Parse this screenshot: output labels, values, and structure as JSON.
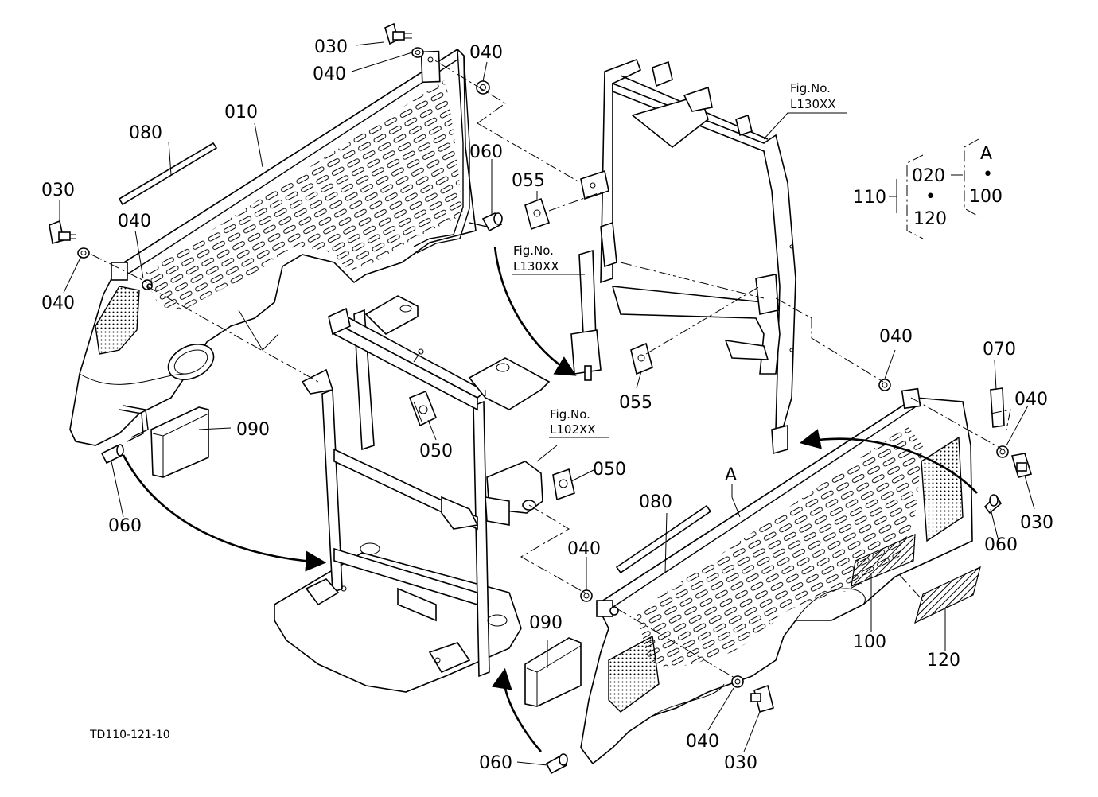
{
  "drawing_code": "TD110-121-10",
  "fig_refs": [
    {
      "line1": "Fig.No.",
      "line2": "L130XX"
    },
    {
      "line1": "Fig.No.",
      "line2": "L130XX"
    },
    {
      "line1": "Fig.No.",
      "line2": "L102XX"
    }
  ],
  "callouts": {
    "c030_top": "030",
    "c040_top_left": "040",
    "c040_top_right": "040",
    "c010": "010",
    "c080_left": "080",
    "c030_left": "030",
    "c040_left_a": "040",
    "c040_left_b": "040",
    "c060_mid_top": "060",
    "c055_top": "055",
    "c090_left": "090",
    "c050_left": "050",
    "c060_left": "060",
    "c055_mid": "055",
    "c050_right": "050",
    "c040_right_top": "040",
    "c070": "070",
    "c040_right": "040",
    "c030_right": "030",
    "c060_right": "060",
    "c080_right": "080",
    "c040_mid": "040",
    "c090_bottom": "090",
    "c100": "100",
    "c120": "120",
    "c040_bottom": "040",
    "c030_bottom": "030",
    "c060_bottom": "060",
    "ref_a_panel": "A"
  },
  "legend": {
    "assembly": "110",
    "part_a": "020",
    "part_b": "120",
    "ref": "A",
    "ref_part": "100",
    "sep_dot": "•"
  }
}
